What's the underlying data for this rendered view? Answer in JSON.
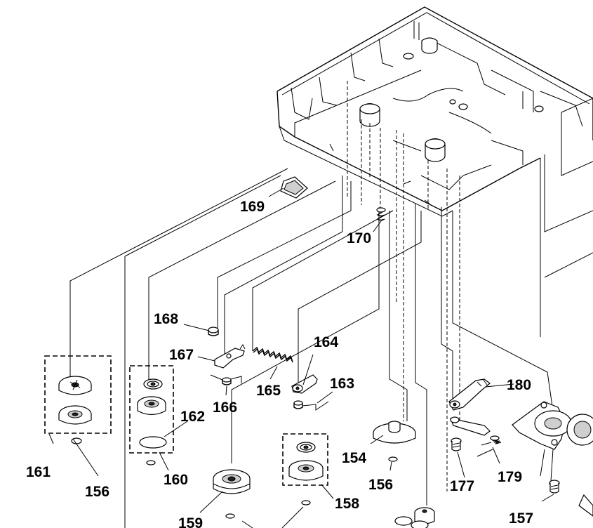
{
  "diagram": {
    "labels": {
      "p154": "154",
      "p156a": "156",
      "p156b": "156",
      "p157": "157",
      "p158": "158",
      "p159": "159",
      "p160": "160",
      "p161": "161",
      "p162": "162",
      "p163": "163",
      "p164": "164",
      "p165": "165",
      "p166": "166",
      "p167": "167",
      "p168": "168",
      "p169": "169",
      "p170": "170",
      "p177": "177",
      "p179": "179",
      "p180": "180"
    }
  }
}
